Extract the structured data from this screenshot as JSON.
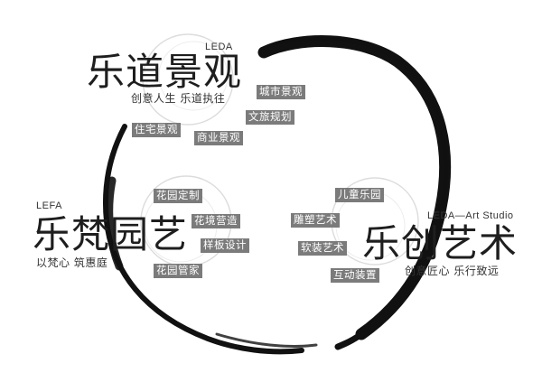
{
  "colors": {
    "ink": "#111111",
    "ring": "#dedede",
    "tag_bg": "#7b7b7b",
    "tag_text": "#ffffff"
  },
  "brands": {
    "leda": {
      "latin": "LEDA",
      "title": "乐道景观",
      "slogan": "创意人生 乐道执往",
      "tags": [
        "城市景观",
        "文旅规划",
        "住宅景观",
        "商业景观"
      ]
    },
    "lefa": {
      "latin": "LEFA",
      "title": "乐梵园艺",
      "slogan": "以梵心 筑惠庭",
      "tags": [
        "花园定制",
        "花境营造",
        "样板设计",
        "花园管家"
      ]
    },
    "studio": {
      "latin": "LEDA—Art Studio",
      "title": "乐创艺术",
      "slogan": "创意匠心 乐行致远",
      "tags": [
        "儿童乐园",
        "雕塑艺术",
        "软装艺术",
        "互动装置"
      ]
    }
  }
}
